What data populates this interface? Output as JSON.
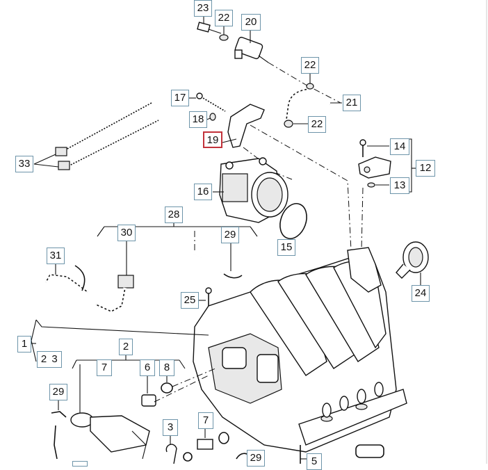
{
  "diagram": {
    "callouts": [
      {
        "id": "c23",
        "label": "23",
        "selected": false
      },
      {
        "id": "c22a",
        "label": "22",
        "selected": false
      },
      {
        "id": "c20",
        "label": "20",
        "selected": false
      },
      {
        "id": "c22b",
        "label": "22",
        "selected": false
      },
      {
        "id": "c17",
        "label": "17",
        "selected": false
      },
      {
        "id": "c21",
        "label": "21",
        "selected": false
      },
      {
        "id": "c18",
        "label": "18",
        "selected": false
      },
      {
        "id": "c22c",
        "label": "22",
        "selected": false
      },
      {
        "id": "c19",
        "label": "19",
        "selected": true
      },
      {
        "id": "c14",
        "label": "14",
        "selected": false
      },
      {
        "id": "c33",
        "label": "33",
        "selected": false
      },
      {
        "id": "c12",
        "label": "12",
        "selected": false
      },
      {
        "id": "c16",
        "label": "16",
        "selected": false
      },
      {
        "id": "c13",
        "label": "13",
        "selected": false
      },
      {
        "id": "c28",
        "label": "28",
        "selected": false
      },
      {
        "id": "c30",
        "label": "30",
        "selected": false
      },
      {
        "id": "c29a",
        "label": "29",
        "selected": false
      },
      {
        "id": "c15",
        "label": "15",
        "selected": false
      },
      {
        "id": "c31",
        "label": "31",
        "selected": false
      },
      {
        "id": "c24",
        "label": "24",
        "selected": false
      },
      {
        "id": "c25",
        "label": "25",
        "selected": false
      },
      {
        "id": "c1",
        "label": "1",
        "selected": false
      },
      {
        "id": "c2a",
        "label": "2",
        "selected": false
      },
      {
        "id": "c2b",
        "label": "2",
        "selected": false
      },
      {
        "id": "c7a",
        "label": "7",
        "selected": false
      },
      {
        "id": "c6",
        "label": "6",
        "selected": false
      },
      {
        "id": "c8",
        "label": "8",
        "selected": false
      },
      {
        "id": "c29b",
        "label": "29",
        "selected": false
      },
      {
        "id": "c3",
        "label": "3",
        "selected": false
      },
      {
        "id": "c7b",
        "label": "7",
        "selected": false
      },
      {
        "id": "c29c",
        "label": "29",
        "selected": false
      },
      {
        "id": "c5",
        "label": "5",
        "selected": false
      }
    ],
    "overlapping_label": "3"
  }
}
